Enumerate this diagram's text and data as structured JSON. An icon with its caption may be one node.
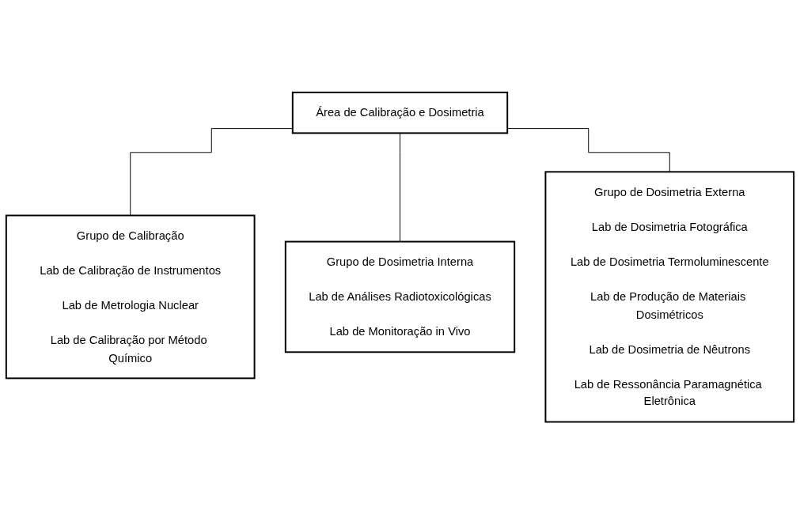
{
  "diagram": {
    "nodes": [
      {
        "text": [
          "Área de Calibração e Dosimetria"
        ]
      },
      {
        "text": [
          "Grupo de Calibração",
          "Lab de Calibração de Instrumentos",
          "Lab de Metrologia Nuclear",
          "Lab de Calibração por Método Químico"
        ]
      },
      {
        "text": [
          "Grupo de Dosimetria Interna",
          "Lab de Análises Radiotoxicológicas",
          "Lab de Monitoração in Vivo"
        ]
      },
      {
        "text": [
          "Grupo de Dosimetria Externa",
          "Lab de Dosimetria Fotográfica",
          "Lab de Dosimetria Termoluminescente",
          "Lab de Produção de Materiais Dosimétricos",
          "Lab de Dosimetria de Nêutrons",
          "Lab de Ressonância Paramagnética Eletrônica"
        ]
      }
    ],
    "edges": [
      {
        "from": 0,
        "to": 1,
        "arrow": "none"
      },
      {
        "from": 0,
        "to": 2,
        "arrow": "none"
      },
      {
        "from": 0,
        "to": 3,
        "arrow": "none"
      }
    ]
  }
}
